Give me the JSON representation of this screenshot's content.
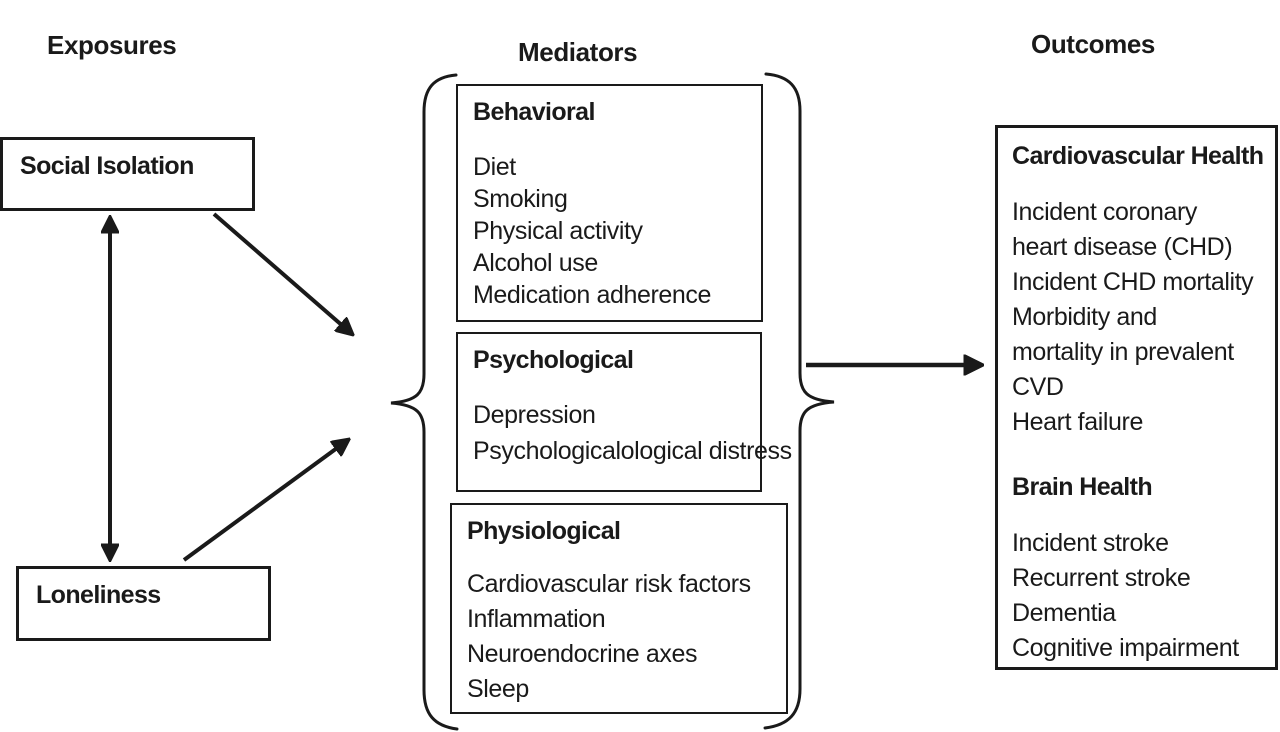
{
  "colors": {
    "ink": "#1a1a1a",
    "background": "#ffffff"
  },
  "headings": {
    "exposures": "Exposures",
    "mediators": "Mediators",
    "outcomes": "Outcomes"
  },
  "exposures": {
    "social_isolation": "Social Isolation",
    "loneliness": "Loneliness"
  },
  "mediators": {
    "behavioral": {
      "title": "Behavioral",
      "items": [
        "Diet",
        "Smoking",
        "Physical activity",
        "Alcohol use",
        "Medication adherence"
      ]
    },
    "psychological": {
      "title": "Psychological",
      "items": [
        "Depression",
        "Psychologicalological distress"
      ]
    },
    "physiological": {
      "title": "Physiological",
      "items": [
        "Cardiovascular risk factors",
        "Inflammation",
        "Neuroendocrine axes",
        "Sleep"
      ]
    }
  },
  "outcomes": {
    "cardiovascular_health": {
      "title": "Cardiovascular Health",
      "lines": [
        "Incident coronary",
        "heart disease (CHD)",
        "Incident CHD mortality",
        "Morbidity and",
        "mortality in prevalent",
        "CVD",
        "Heart failure"
      ]
    },
    "brain_health": {
      "title": "Brain Health",
      "lines": [
        "Incident stroke",
        "Recurrent stroke",
        "Dementia",
        "Cognitive impairment"
      ]
    }
  }
}
